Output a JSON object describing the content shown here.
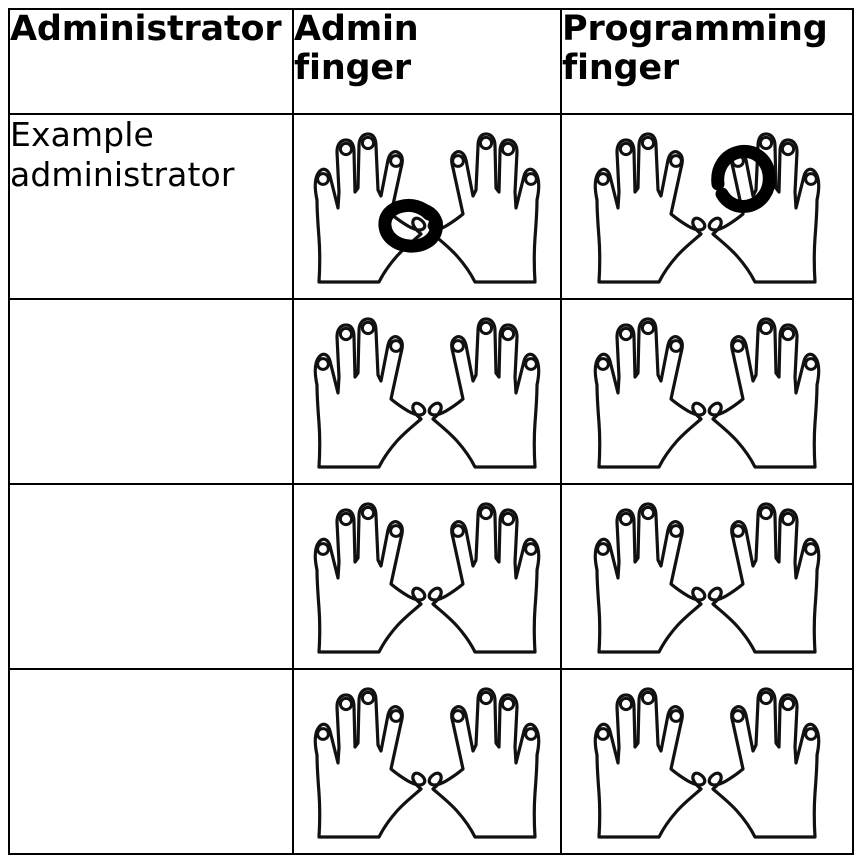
{
  "document": {
    "type": "worksheet-table",
    "title": "Administrator finger table",
    "background_color": "#ffffff",
    "ink_color": "#000000"
  },
  "table": {
    "columns": [
      {
        "key": "administrator",
        "header": "Administrator"
      },
      {
        "key": "admin_finger",
        "header": "Admin\nfinger"
      },
      {
        "key": "programming_finger",
        "header": "Programming\nfinger"
      }
    ],
    "rows": [
      {
        "administrator": "Example\nadministrator",
        "admin_finger": {
          "illustration": "pair-of-hands",
          "marked": true,
          "mark_shape": "hand-drawn-ellipse",
          "mark_hand": "left",
          "mark_finger": "thumb"
        },
        "programming_finger": {
          "illustration": "pair-of-hands",
          "marked": true,
          "mark_shape": "hand-drawn-ellipse",
          "mark_hand": "right",
          "mark_finger": "index"
        }
      },
      {
        "administrator": "",
        "admin_finger": {
          "illustration": "pair-of-hands",
          "marked": false,
          "mark_shape": "",
          "mark_hand": "",
          "mark_finger": ""
        },
        "programming_finger": {
          "illustration": "pair-of-hands",
          "marked": false,
          "mark_shape": "",
          "mark_hand": "",
          "mark_finger": ""
        }
      },
      {
        "administrator": "",
        "admin_finger": {
          "illustration": "pair-of-hands",
          "marked": false,
          "mark_shape": "",
          "mark_hand": "",
          "mark_finger": ""
        },
        "programming_finger": {
          "illustration": "pair-of-hands",
          "marked": false,
          "mark_shape": "",
          "mark_hand": "",
          "mark_finger": ""
        }
      },
      {
        "administrator": "",
        "admin_finger": {
          "illustration": "pair-of-hands",
          "marked": false,
          "mark_shape": "",
          "mark_hand": "",
          "mark_finger": ""
        },
        "programming_finger": {
          "illustration": "pair-of-hands",
          "marked": false,
          "mark_shape": "",
          "mark_hand": "",
          "mark_finger": ""
        }
      }
    ]
  }
}
